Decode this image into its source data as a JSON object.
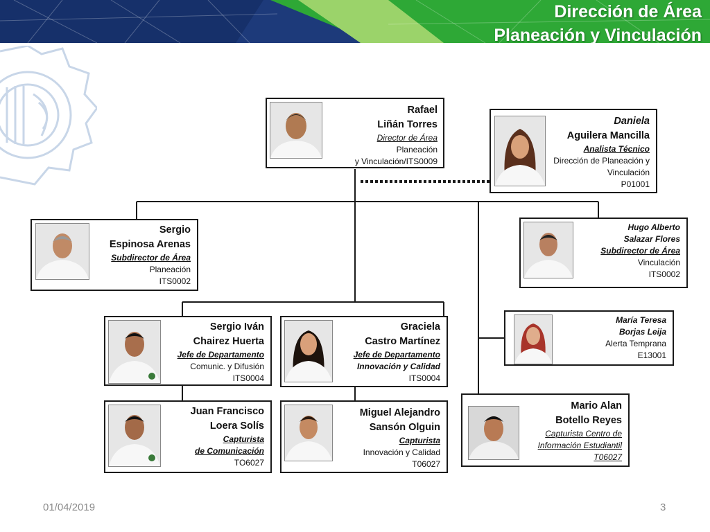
{
  "header": {
    "title_line1": "Dirección de Área",
    "title_line2": "Planeación y Vinculación",
    "colors": {
      "blue": "#1d3a7a",
      "green": "#2ea836",
      "light_green": "#9bd36a"
    }
  },
  "footer": {
    "date": "01/04/2019",
    "page": "3"
  },
  "people": {
    "director": {
      "line1": "Rafael",
      "line2": "Liñán Torres",
      "title": "Director de Área",
      "area1": "Planeación",
      "area2": "y Vinculación/ITS0009"
    },
    "analyst": {
      "line1": "Daniela",
      "line2": "Aguilera Mancilla",
      "title": "Analista Técnico",
      "area1": "Dirección de Planeación y",
      "area2": "Vinculación",
      "code": "P01001"
    },
    "sub_planning": {
      "line1": "Sergio",
      "line2": "Espinosa Arenas",
      "title": "Subdirector de Área",
      "area": "Planeación",
      "code": "ITS0002"
    },
    "sub_link": {
      "line1": "Hugo Alberto",
      "line2": "Salazar Flores",
      "title": "Subdirector de Área",
      "area": "Vinculación",
      "code": "ITS0002"
    },
    "alert": {
      "line1": "María Teresa",
      "line2": "Borjas Leija",
      "area": "Alerta  Temprana",
      "code": "E13001"
    },
    "comm_head": {
      "line1": "Sergio Iván",
      "line2": "Chairez Huerta",
      "title": "Jefe de Departamento",
      "area": "Comunic. y Difusión",
      "code": "ITS0004"
    },
    "innov_head": {
      "line1": "Graciela",
      "line2": "Castro Martínez",
      "title": "Jefe de Departamento",
      "area": "Innovación y Calidad",
      "code": "ITS0004"
    },
    "comm_clerk": {
      "line1": "Juan Francisco",
      "line2": "Loera Solís",
      "title": "Capturista",
      "area": "de Comunicación",
      "code": "TO6027"
    },
    "innov_clerk": {
      "line1": "Miguel Alejandro",
      "line2": "Sansón Olguin",
      "title": "Capturista",
      "area": "Innovación y Calidad",
      "code": "T06027"
    },
    "info_clerk": {
      "line1": "Mario Alan",
      "line2": "Botello Reyes",
      "title1": "Capturista Centro de",
      "title2": "Información Estudiantil",
      "code": "T06027"
    }
  }
}
